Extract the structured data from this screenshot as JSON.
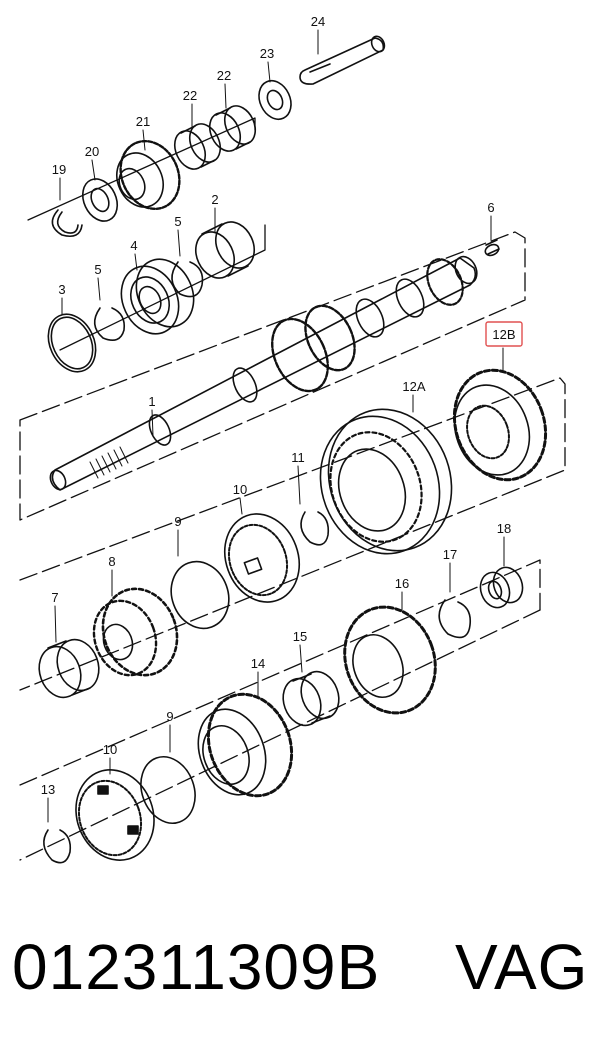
{
  "callouts": {
    "c24": "24",
    "c23": "23",
    "c22a": "22",
    "c22b": "22",
    "c21": "21",
    "c20": "20",
    "c19": "19",
    "c6": "6",
    "c2": "2",
    "c5a": "5",
    "c4": "4",
    "c5b": "5",
    "c3": "3",
    "c12B": "12B",
    "c1": "1",
    "c12A": "12A",
    "c11": "11",
    "c10a": "10",
    "c9a": "9",
    "c8": "8",
    "c7": "7",
    "c18": "18",
    "c17": "17",
    "c16": "16",
    "c15": "15",
    "c14": "14",
    "c9b": "9",
    "c10b": "10",
    "c13": "13"
  },
  "highlight": {
    "label": "12B",
    "color": "#e05050"
  },
  "footer": {
    "part_number": "012311309B",
    "brand": "VAG"
  }
}
